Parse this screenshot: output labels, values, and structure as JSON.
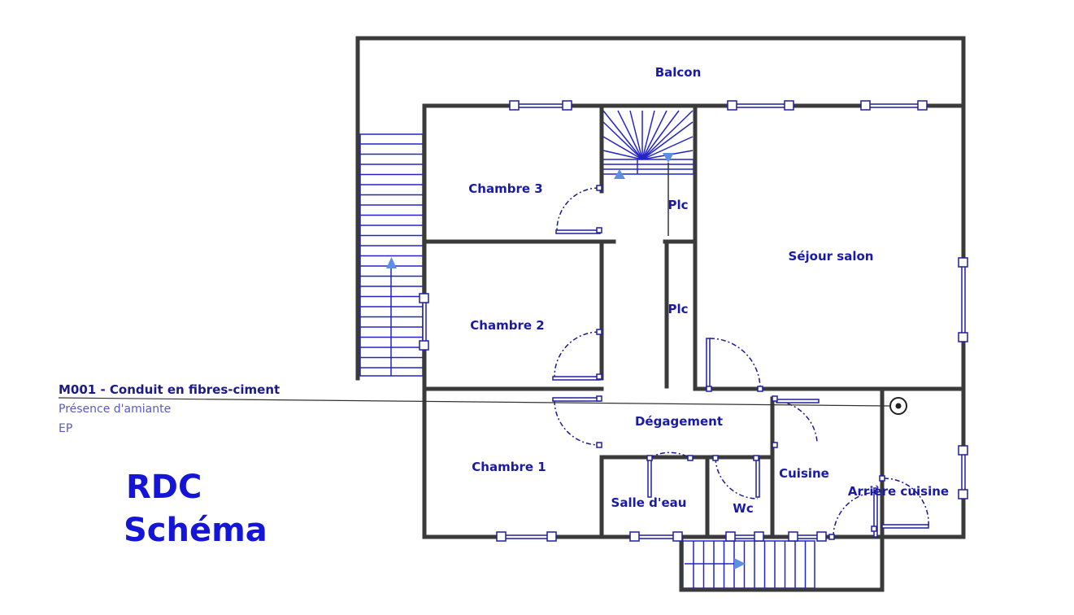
{
  "rooms": {
    "balcon": "Balcon",
    "chambre3": "Chambre 3",
    "chambre2": "Chambre 2",
    "chambre1": "Chambre 1",
    "plc1": "Plc",
    "plc2": "Plc",
    "sejour": "Séjour salon",
    "degagement": "Dégagement",
    "salle_eau": "Salle d'eau",
    "wc": "Wc",
    "cuisine": "Cuisine",
    "arriere_cuisine": "Arrière cuisine"
  },
  "annotation": {
    "title": "M001 - Conduit en fibres-ciment",
    "status": "Présence d'amiante",
    "code": "EP"
  },
  "plan_title": {
    "line1": "RDC",
    "line2": "Schéma"
  },
  "colors": {
    "wall": "#3a3a3a",
    "text": "#1a1aa8",
    "stair": "#2323c8",
    "arrow": "#5b8fe0"
  }
}
